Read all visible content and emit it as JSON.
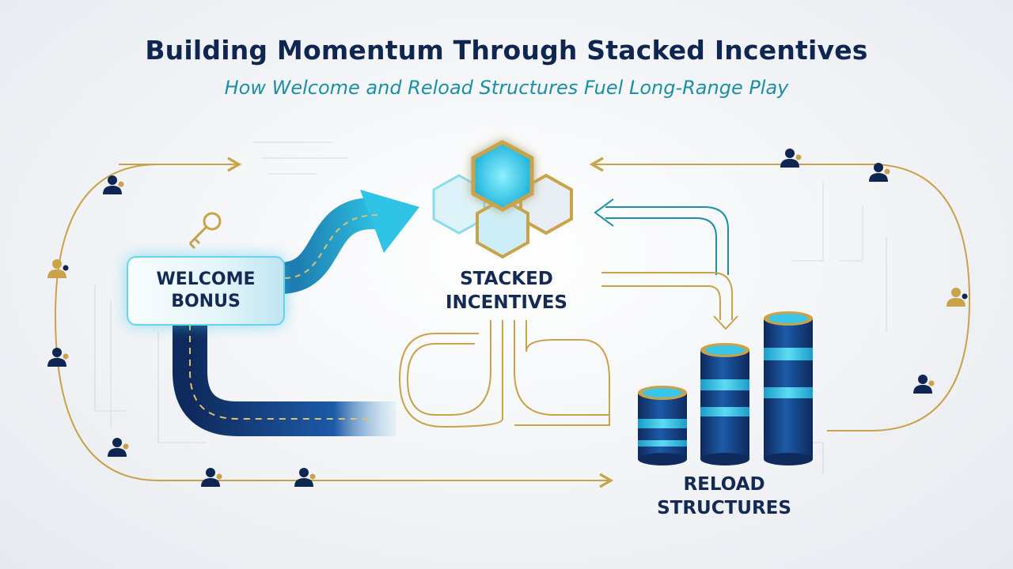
{
  "title": "Building Momentum Through Stacked Incentives",
  "subtitle": "How Welcome and Reload Structures Fuel Long-Range Play",
  "nodes": {
    "welcome": {
      "line1": "WELCOME",
      "line2": "BONUS"
    },
    "stacked": {
      "line1": "STACKED",
      "line2": "INCENTIVES"
    },
    "reload": {
      "line1": "RELOAD",
      "line2": "STRUCTURES"
    }
  },
  "colors": {
    "navy": "#0f2650",
    "teal": "#1a8fa6",
    "cyan": "#2fc4e6",
    "gold": "#c9a24a",
    "blue": "#1c5aa8"
  },
  "icons": [
    "key-icon",
    "user-icon",
    "hexagon-icon",
    "coin-stack-icon",
    "arrow-icon"
  ]
}
